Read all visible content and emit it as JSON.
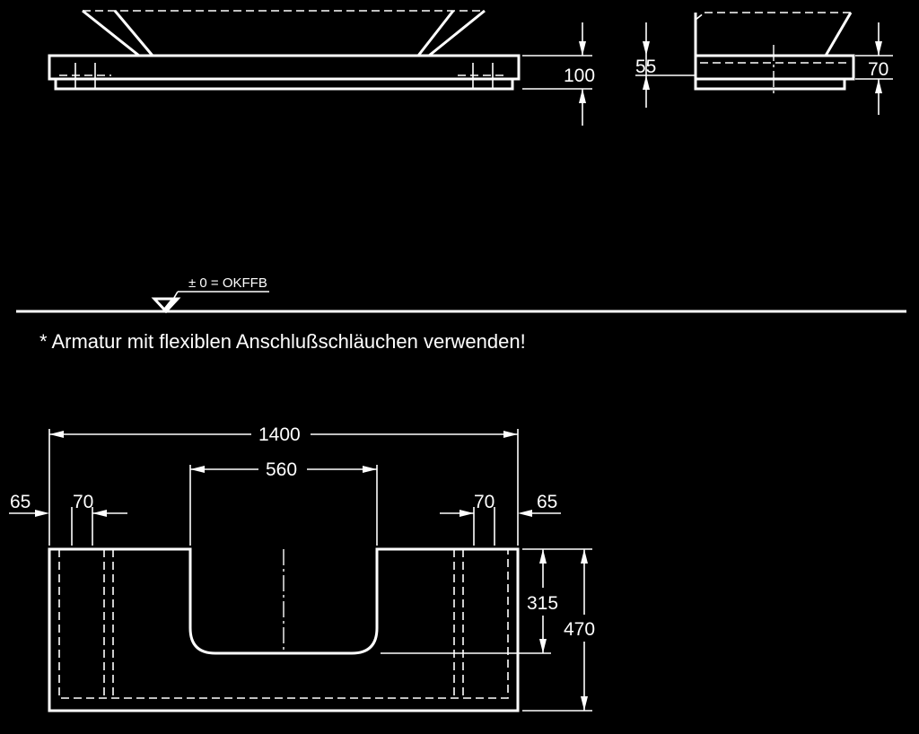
{
  "front_view": {
    "height_dim": "100"
  },
  "side_view": {
    "dim_55": "55",
    "dim_70": "70"
  },
  "floor": {
    "level_label": "± 0 = OKFFB"
  },
  "note": "* Armatur mit flexiblen Anschlußschläuchen verwenden!",
  "plan_view": {
    "overall_width": "1400",
    "cutout_width": "560",
    "left_edge": "65",
    "left_post": "70",
    "right_post": "70",
    "right_edge": "65",
    "cutout_depth": "315",
    "overall_depth": "470"
  }
}
